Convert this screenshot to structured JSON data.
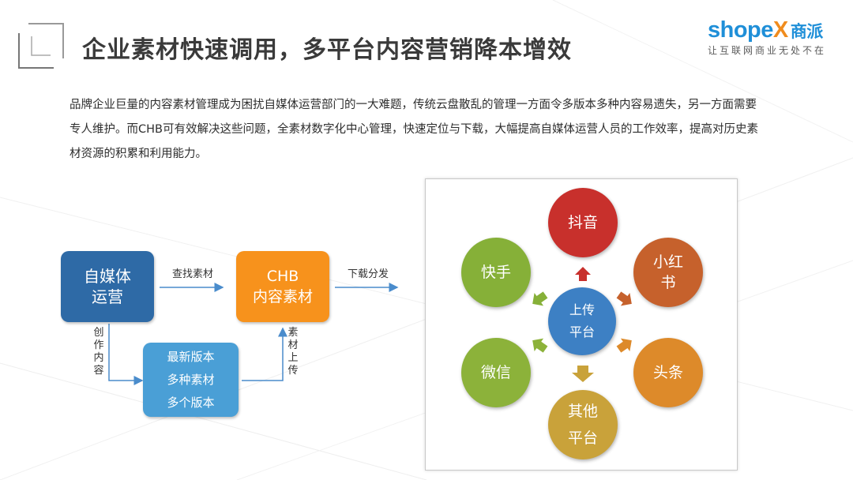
{
  "header": {
    "title": "企业素材快速调用，多平台内容营销降本增效",
    "logo_text_a": "shop",
    "logo_text_b": "e",
    "logo_text_c": "X",
    "logo_cn": "商派",
    "slogan": "让互联网商业无处不在"
  },
  "paragraph": "品牌企业巨量的内容素材管理成为困扰自媒体运营部门的一大难题，传统云盘散乱的管理一方面令多版本多种内容易遗失，另一方面需要专人维护。而CHB可有效解决这些问题，全素材数字化中心管理，快速定位与下载，大幅提高自媒体运营人员的工作效率，提高对历史素材资源的积累和利用能力。",
  "flow": {
    "media_ops": "自媒体\n运营",
    "chb_box": "CHB\n内容素材",
    "versions_box": "最新版本\n多种素材\n多个版本",
    "label_find": "查找素材",
    "label_download": "下载分发",
    "label_create": "创作内容",
    "label_upload": "素材上传"
  },
  "platforms": {
    "center": "上传\n平台",
    "douyin": "抖音",
    "xiaohongshu": "小红\n书",
    "toutiao": "头条",
    "other": "其他\n平台",
    "wechat": "微信",
    "kuaishou": "快手"
  },
  "colors": {
    "dark_blue": "#2e6aa6",
    "orange": "#f7921c",
    "light_blue": "#4a9fd6",
    "center_blue": "#3d80c4",
    "douyin_red": "#c8302c",
    "xhs_orange": "#c6612c",
    "toutiao_orange": "#dd8a2a",
    "other_gold": "#c9a23a",
    "wechat_green": "#8cb23a",
    "kuaishou_green": "#86b038"
  }
}
